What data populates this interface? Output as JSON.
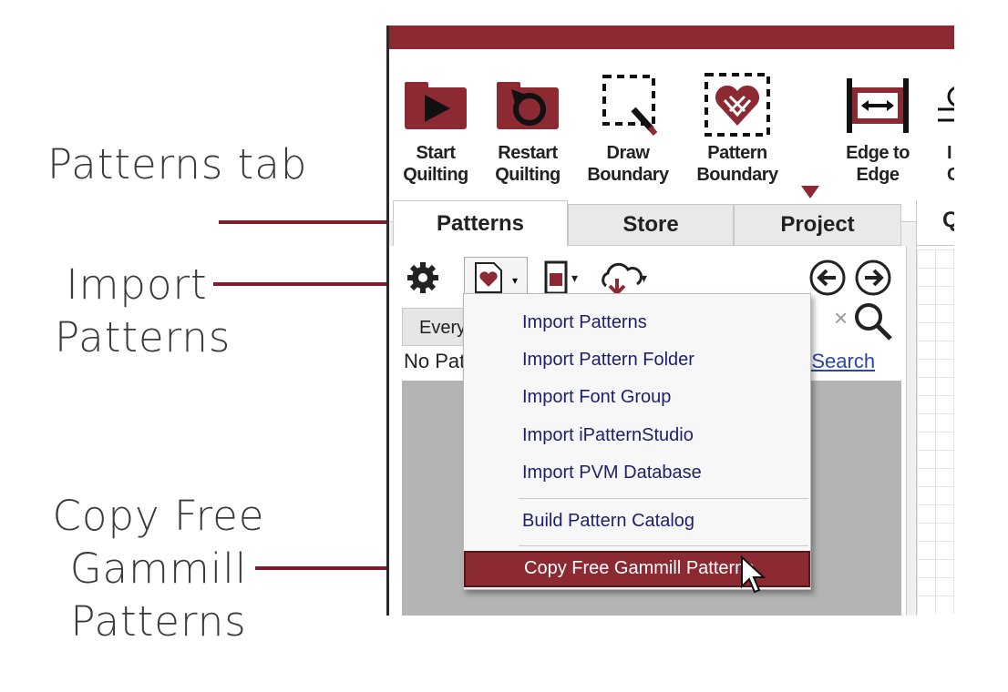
{
  "annotations": {
    "patterns_tab": "Patterns tab",
    "import_patterns": [
      "Import",
      "Patterns"
    ],
    "copy_free": [
      "Copy Free",
      "Gammill",
      "Patterns"
    ]
  },
  "colors": {
    "brand": "#8b2a33",
    "annotation_line": "#7a1f2b",
    "link": "#2a46a8"
  },
  "ribbon": {
    "buttons": [
      {
        "line1": "Start",
        "line2": "Quilting",
        "icon": "play-folder-icon"
      },
      {
        "line1": "Restart",
        "line2": "Quilting",
        "icon": "restart-folder-icon"
      },
      {
        "line1": "Draw",
        "line2": "Boundary",
        "icon": "draw-boundary-icon"
      },
      {
        "line1": "Pattern",
        "line2": "Boundary",
        "icon": "pattern-boundary-icon"
      },
      {
        "line1": "Edge to",
        "line2": "Edge",
        "icon": "edge-to-edge-icon"
      },
      {
        "line1": "I",
        "line2": "G",
        "icon": "partial-icon"
      }
    ]
  },
  "tabs": [
    "Patterns",
    "Store",
    "Project"
  ],
  "right_tab": "Q",
  "filter": {
    "value": "Every"
  },
  "status": {
    "text": "No Pat",
    "link": "d Search"
  },
  "menu": {
    "items": [
      "Import Patterns",
      "Import Pattern Folder",
      "Import Font Group",
      "Import iPatternStudio",
      "Import PVM Database"
    ],
    "catalog": "Build Pattern Catalog",
    "highlighted": "Copy Free Gammill Patterns"
  }
}
